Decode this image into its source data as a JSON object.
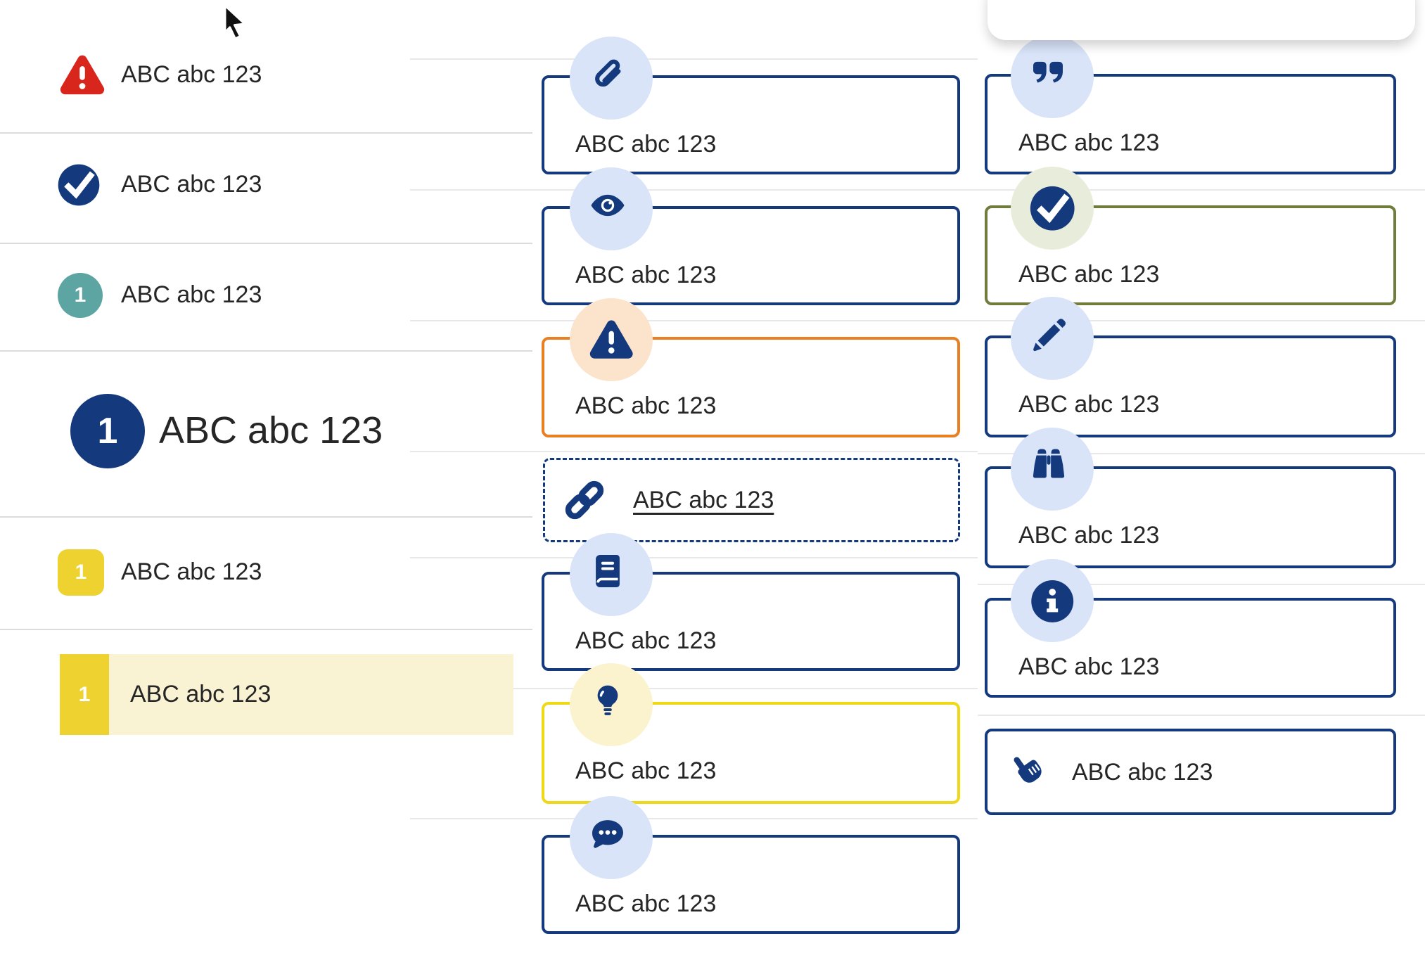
{
  "label_text": "ABC abc 123",
  "colors": {
    "navy": "#143a7d",
    "text": "#262626",
    "red": "#d9261c",
    "teal": "#5ca5a3",
    "yellow_badge": "#eed330",
    "yellow_highlight_band": "#faf3d3",
    "orange_border": "#e87f23",
    "olive_border": "#707c3c",
    "yellow_card_border": "#efd816",
    "icon_bg_blue": "#d9e4f8",
    "icon_bg_peach": "#fbe4cb",
    "icon_bg_sage": "#e7edda",
    "icon_bg_pale_yellow": "#fbf3ce",
    "divider_gray": "#dcdcdc"
  },
  "left_list": {
    "items": [
      {
        "icon": "warning-triangle-icon",
        "label": "ABC abc 123",
        "variant": "alert-red"
      },
      {
        "icon": "check-badge-icon",
        "label": "ABC abc 123",
        "variant": "check-navy"
      },
      {
        "icon": "number-badge",
        "badge": "1",
        "label": "ABC abc 123",
        "variant": "teal-circle"
      },
      {
        "icon": "number-badge",
        "badge": "1",
        "label": "ABC abc 123",
        "variant": "navy-circle-large"
      },
      {
        "icon": "number-badge",
        "badge": "1",
        "label": "ABC abc 123",
        "variant": "yellow-square"
      },
      {
        "icon": "number-badge",
        "badge": "1",
        "label": "ABC abc 123",
        "variant": "yellow-square-highlighted-row"
      }
    ]
  },
  "middle_cards": [
    {
      "icon": "paperclip-icon",
      "label": "ABC abc 123",
      "border": "#143a7d",
      "icon_bg": "#d9e4f8"
    },
    {
      "icon": "eye-icon",
      "label": "ABC abc 123",
      "border": "#143a7d",
      "icon_bg": "#d9e4f8"
    },
    {
      "icon": "warning-triangle-icon",
      "label": "ABC abc 123",
      "border": "#e87f23",
      "icon_bg": "#fbe4cb"
    },
    {
      "icon": "link-icon",
      "label": "ABC abc 123",
      "border": "#143a7d",
      "style": "dashed",
      "is_link": true
    },
    {
      "icon": "book-icon",
      "label": "ABC abc 123",
      "border": "#143a7d",
      "icon_bg": "#d9e4f8"
    },
    {
      "icon": "lightbulb-icon",
      "label": "ABC abc 123",
      "border": "#efd816",
      "icon_bg": "#fbf3ce"
    },
    {
      "icon": "chat-dots-icon",
      "label": "ABC abc 123",
      "border": "#143a7d",
      "icon_bg": "#d9e4f8"
    }
  ],
  "right_cards": [
    {
      "icon": "quote-icon",
      "label": "ABC abc 123",
      "border": "#143a7d",
      "icon_bg": "#d9e4f8"
    },
    {
      "icon": "check-badge-icon",
      "label": "ABC abc 123",
      "border": "#707c3c",
      "icon_bg": "#e7edda"
    },
    {
      "icon": "pencil-icon",
      "label": "ABC abc 123",
      "border": "#143a7d",
      "icon_bg": "#d9e4f8"
    },
    {
      "icon": "binoculars-icon",
      "label": "ABC abc 123",
      "border": "#143a7d",
      "icon_bg": "#d9e4f8"
    },
    {
      "icon": "info-icon",
      "label": "ABC abc 123",
      "border": "#143a7d",
      "icon_bg": "#d9e4f8"
    },
    {
      "icon": "hand-pointer-icon",
      "label": "ABC abc 123",
      "border": "#143a7d",
      "style": "inline-hand"
    }
  ]
}
